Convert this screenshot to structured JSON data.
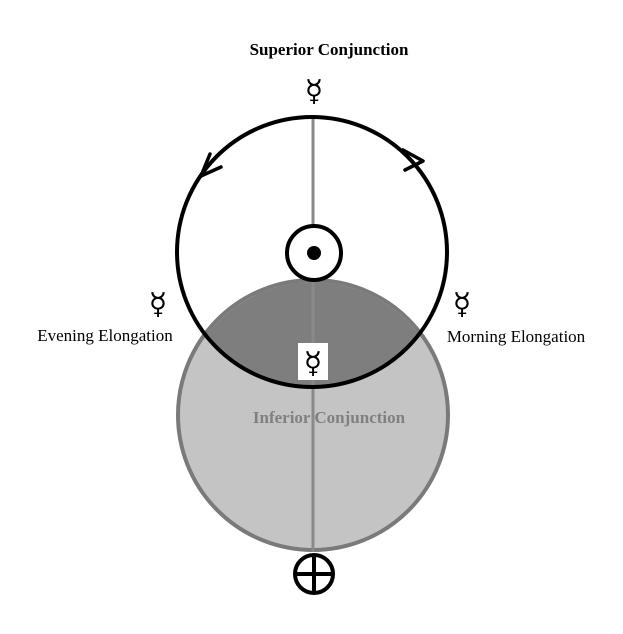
{
  "labels": {
    "superior_conjunction": "Superior Conjunction",
    "inferior_conjunction": "Inferior Conjunction",
    "evening_elongation": "Evening Elongation",
    "morning_elongation": "Morning Elongation"
  },
  "symbols": {
    "mercury": "☿",
    "sun_icon": "sun-icon",
    "earth_icon": "earth-icon"
  },
  "colors": {
    "orbit": "#000000",
    "sight_line": "#8a8a8a",
    "earth_disk_fill": "#c4c4c4",
    "earth_disk_stroke": "#7a7a7a",
    "overlap_fill": "#7e7e7e",
    "inferior_label": "#808080"
  }
}
